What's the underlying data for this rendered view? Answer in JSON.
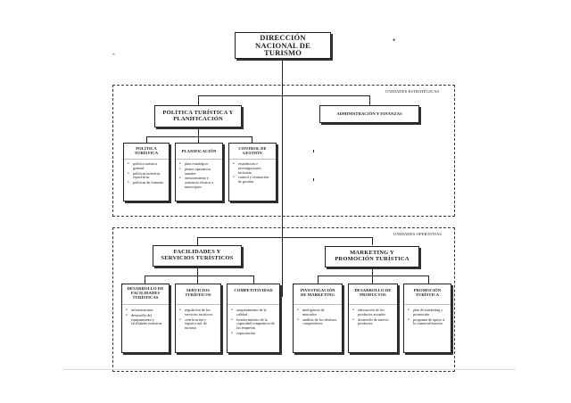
{
  "top": {
    "title": "DIRECCIÓN NACIONAL DE TURISMO"
  },
  "strategic": {
    "label": "UNIDADES ESTRATÉGICAS",
    "policy": "POLÍTICA TURÍSTICA Y PLANIFICACIÓN",
    "admin": "ADMINISTRACIÓN Y FINANZAS",
    "children": [
      {
        "title": "POLÍTICA TURÍSTICA",
        "items": [
          "política turística general",
          "políticas turísticas específicas",
          "políticas de fomento"
        ]
      },
      {
        "title": "PLANIFICACIÓN",
        "items": [
          "plan estratégico",
          "planes operativos anuales",
          "asesoramiento y asistencia técnica a municipios"
        ]
      },
      {
        "title": "CONTROL DE GESTIÓN",
        "items": [
          "estadísticas e investigaciones turísticas",
          "control y evaluación de gestión"
        ]
      }
    ]
  },
  "operative": {
    "label": "UNIDADES OPERATIVAS",
    "facilities": "FACILIDADES Y SERVICIOS TURÍSTICOS",
    "marketing": "MARKETING Y PROMOCIÓN TURÍSTICA",
    "facilities_children": [
      {
        "title": "DESARROLLO DE FACILIDADES TURÍSTICAS",
        "items": [
          "infraestructura",
          "desarrollo del equipamiento y facilidades turísticas"
        ]
      },
      {
        "title": "SERVICIOS TURÍSTICOS",
        "items": [
          "regulación de los servicios turísticos",
          "certificación y registro nal. de turismo"
        ]
      },
      {
        "title": "COMPETITIVIDAD",
        "items": [
          "aseguramiento de la calidad",
          "fortalecimiento de la capacidad competitiva de las empresas",
          "capacitación"
        ]
      }
    ],
    "marketing_children": [
      {
        "title": "INVESTIGACIÓN DE MARKETING",
        "items": [
          "inteligencia de mercados",
          "análisis de los destinos competidores"
        ]
      },
      {
        "title": "DESARROLLO DE PRODUCTOS",
        "items": [
          "adecuación de los productos actuales",
          "desarrollo de nuevos productos"
        ]
      },
      {
        "title": "PROMOCIÓN TURÍSTICA",
        "items": [
          "plan de marketing y promoción",
          "programa de apoyo a la comercialización"
        ]
      }
    ]
  }
}
